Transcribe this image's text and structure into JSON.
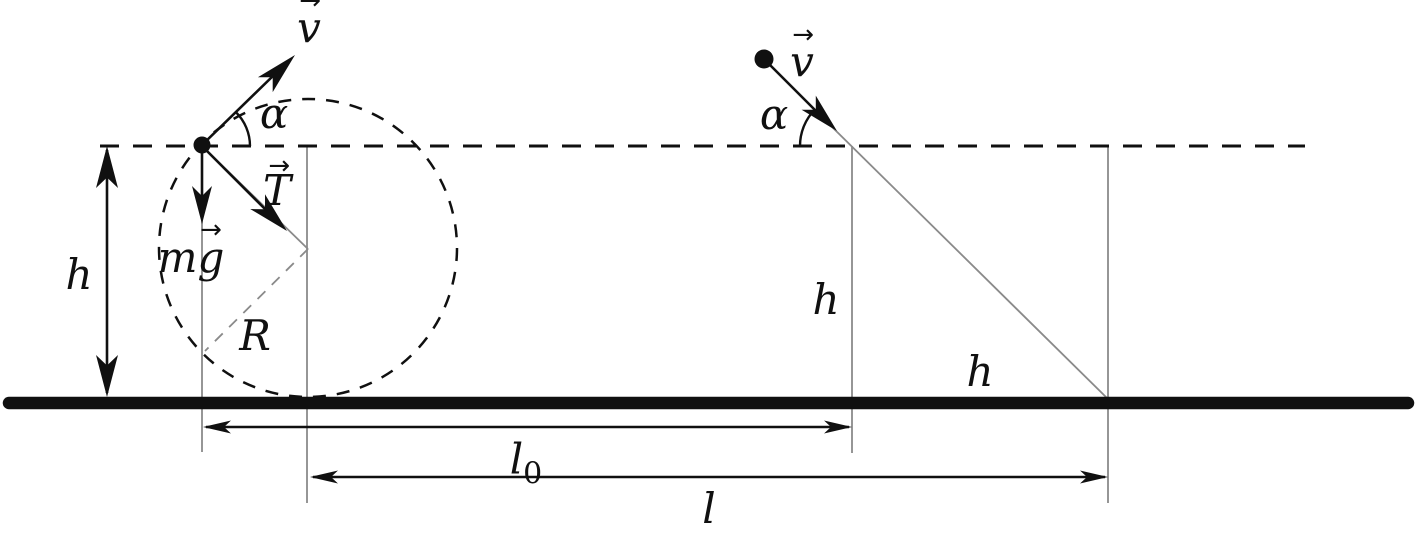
{
  "colors": {
    "ink": "#101010",
    "gray": "#8a8a8a",
    "background": "#ffffff"
  },
  "labels": {
    "velocity_left": {
      "base": "v",
      "accent": "→"
    },
    "velocity_right": {
      "base": "v",
      "accent": "→"
    },
    "angle_left": "α",
    "angle_right": "α",
    "tension": {
      "base": "T",
      "accent": "→"
    },
    "weight": {
      "pre": "m",
      "base": "g",
      "accent": "→"
    },
    "radius": "R",
    "height_left": "h",
    "height_mid": "h",
    "height_right": "h",
    "length_initial": {
      "base": "l",
      "sub": "0"
    },
    "length_total": "l"
  }
}
